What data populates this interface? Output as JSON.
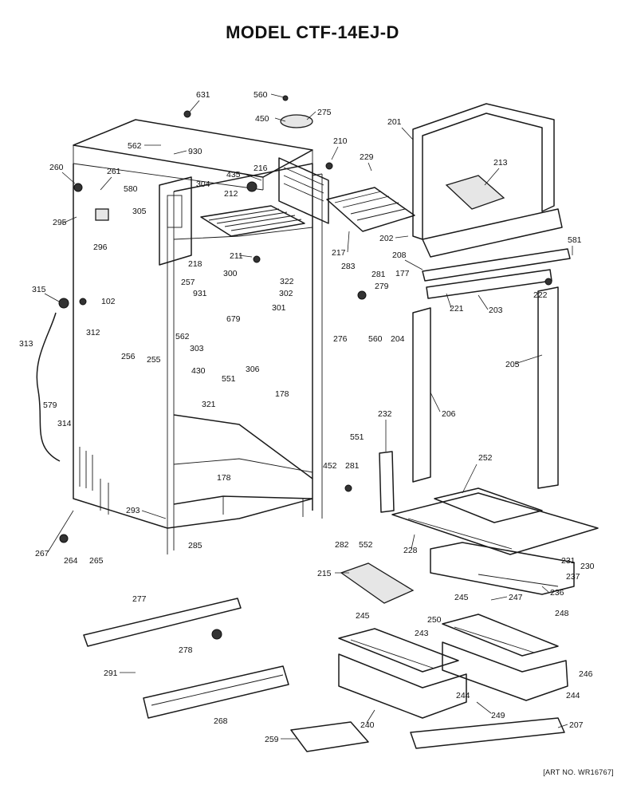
{
  "title": "MODEL CTF-14EJ-D",
  "art_number": "[ART NO. WR16767]",
  "callouts": [
    {
      "id": "631"
    },
    {
      "id": "560"
    },
    {
      "id": "275"
    },
    {
      "id": "450"
    },
    {
      "id": "201"
    },
    {
      "id": "562"
    },
    {
      "id": "930"
    },
    {
      "id": "210"
    },
    {
      "id": "229"
    },
    {
      "id": "213"
    },
    {
      "id": "260"
    },
    {
      "id": "261"
    },
    {
      "id": "580"
    },
    {
      "id": "304"
    },
    {
      "id": "435"
    },
    {
      "id": "216"
    },
    {
      "id": "212"
    },
    {
      "id": "305"
    },
    {
      "id": "295"
    },
    {
      "id": "296"
    },
    {
      "id": "217"
    },
    {
      "id": "202"
    },
    {
      "id": "581"
    },
    {
      "id": "208"
    },
    {
      "id": "218"
    },
    {
      "id": "211"
    },
    {
      "id": "283"
    },
    {
      "id": "177"
    },
    {
      "id": "322"
    },
    {
      "id": "315"
    },
    {
      "id": "102"
    },
    {
      "id": "257"
    },
    {
      "id": "300"
    },
    {
      "id": "281"
    },
    {
      "id": "279"
    },
    {
      "id": "302"
    },
    {
      "id": "931"
    },
    {
      "id": "301"
    },
    {
      "id": "221"
    },
    {
      "id": "203"
    },
    {
      "id": "222"
    },
    {
      "id": "312"
    },
    {
      "id": "679"
    },
    {
      "id": "276"
    },
    {
      "id": "560"
    },
    {
      "id": "204"
    },
    {
      "id": "256"
    },
    {
      "id": "255"
    },
    {
      "id": "303"
    },
    {
      "id": "306"
    },
    {
      "id": "313"
    },
    {
      "id": "551"
    },
    {
      "id": "178"
    },
    {
      "id": "205"
    },
    {
      "id": "430"
    },
    {
      "id": "579"
    },
    {
      "id": "321"
    },
    {
      "id": "206"
    },
    {
      "id": "314"
    },
    {
      "id": "232"
    },
    {
      "id": "551"
    },
    {
      "id": "252"
    },
    {
      "id": "452"
    },
    {
      "id": "281"
    },
    {
      "id": "178"
    },
    {
      "id": "293"
    },
    {
      "id": "228"
    },
    {
      "id": "282"
    },
    {
      "id": "552"
    },
    {
      "id": "285"
    },
    {
      "id": "267"
    },
    {
      "id": "264"
    },
    {
      "id": "265"
    },
    {
      "id": "231"
    },
    {
      "id": "230"
    },
    {
      "id": "237"
    },
    {
      "id": "215"
    },
    {
      "id": "236"
    },
    {
      "id": "277"
    },
    {
      "id": "245"
    },
    {
      "id": "247"
    },
    {
      "id": "245"
    },
    {
      "id": "250"
    },
    {
      "id": "248"
    },
    {
      "id": "243"
    },
    {
      "id": "278"
    },
    {
      "id": "291"
    },
    {
      "id": "246"
    },
    {
      "id": "244"
    },
    {
      "id": "244"
    },
    {
      "id": "249"
    },
    {
      "id": "268"
    },
    {
      "id": "240"
    },
    {
      "id": "207"
    },
    {
      "id": "259"
    },
    {
      "id": "562"
    }
  ]
}
